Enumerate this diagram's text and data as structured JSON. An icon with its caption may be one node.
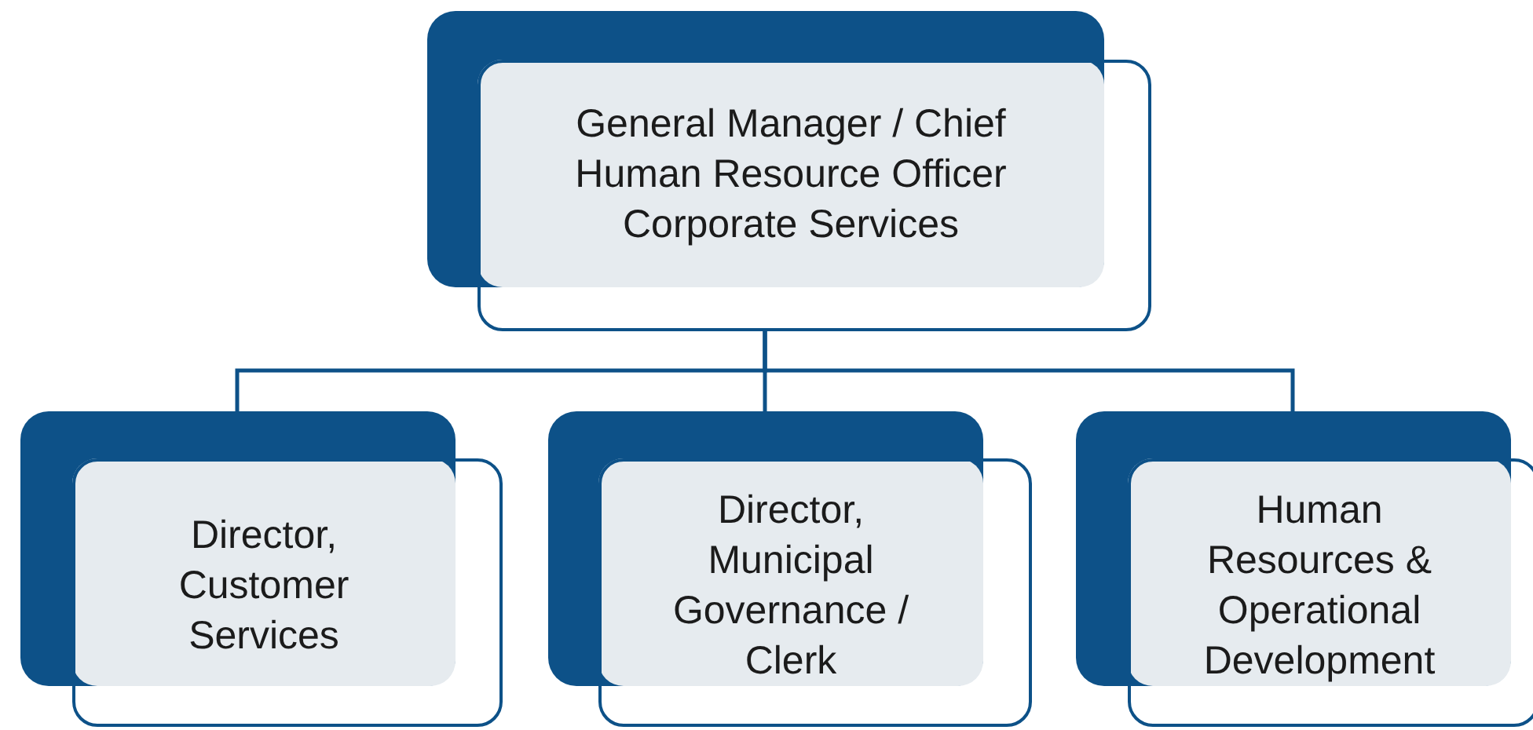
{
  "diagram": {
    "nodes": [
      {
        "text": [
          "General Manager / Chief Human Resource Officer Corporate Services"
        ]
      },
      {
        "text": [
          "Director, Customer Services"
        ]
      },
      {
        "text": [
          "Director, Municipal Governance / Clerk"
        ]
      },
      {
        "text": [
          "Human Resources & Operational Development"
        ]
      }
    ],
    "edges": [
      {
        "from": 0,
        "to": 1,
        "arrow": "none"
      },
      {
        "from": 0,
        "to": 2,
        "arrow": "none"
      },
      {
        "from": 0,
        "to": 3,
        "arrow": "none"
      }
    ]
  }
}
